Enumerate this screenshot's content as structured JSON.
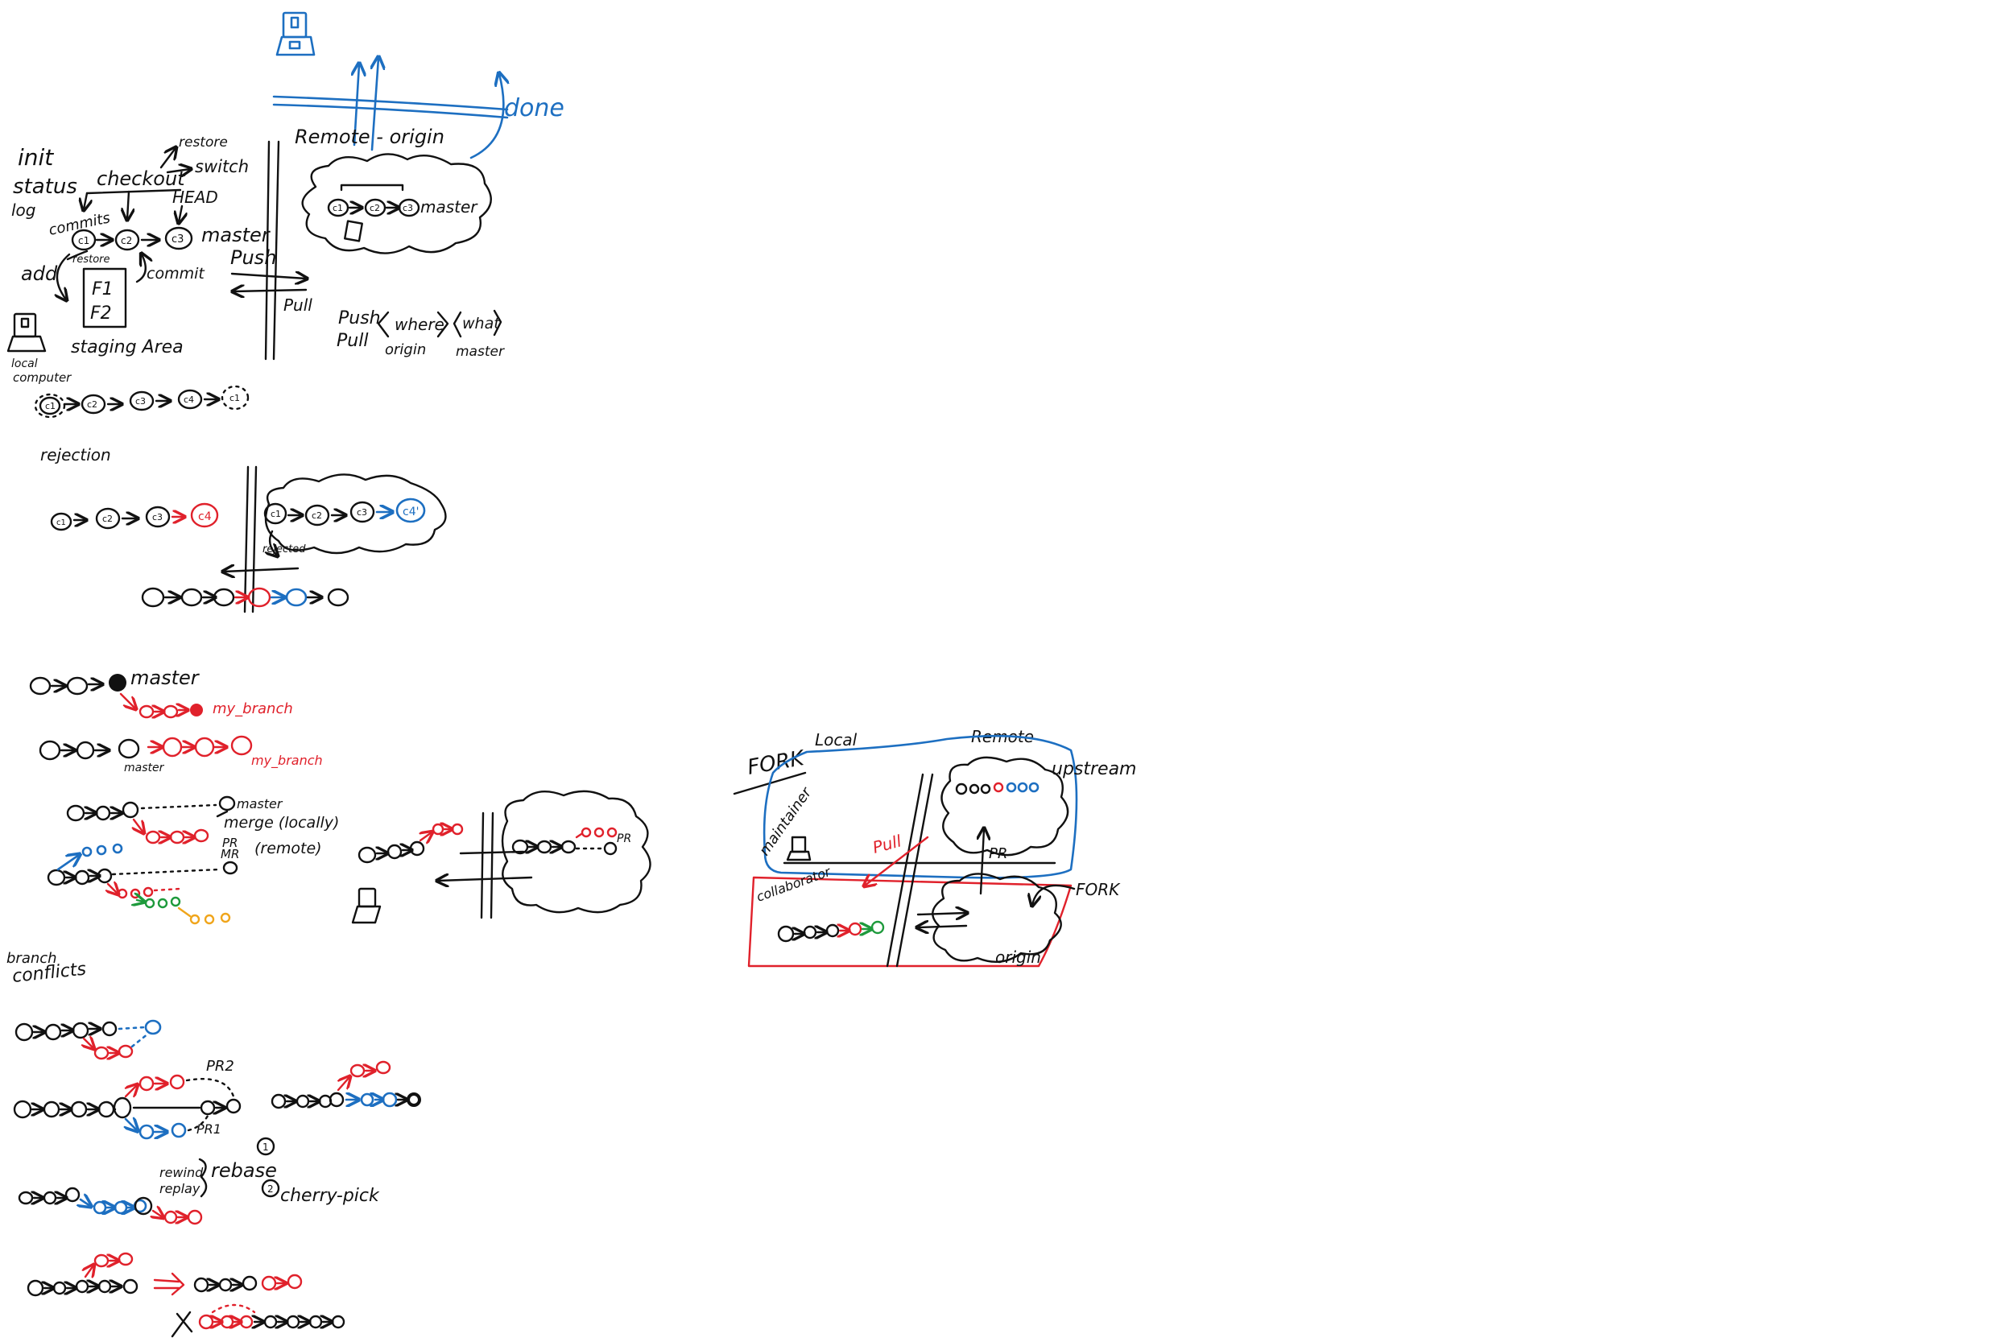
{
  "colors": {
    "ink": "#111111",
    "red": "#e0212b",
    "blue": "#1d6fc1",
    "green": "#1e9a3c",
    "orange": "#f0a51b"
  },
  "icons": [
    "laptop-icon"
  ],
  "section1": {
    "commands_left": [
      "init",
      "status",
      "log"
    ],
    "checkout": "checkout",
    "restore_top": "restore",
    "switch": "switch",
    "head": "HEAD",
    "commits_label": "commits",
    "commits": [
      "c1",
      "c2",
      "c3"
    ],
    "master": "master",
    "add": "add",
    "restore_small": "restore",
    "commit": "commit",
    "staging_files": [
      "F1",
      "F2"
    ],
    "staging_area": "staging Area",
    "local_computer": [
      "local",
      "computer"
    ],
    "push": "Push",
    "pull": "Pull",
    "remote_origin": "Remote - origin",
    "remote_commits": [
      "c1",
      "c2",
      "c3"
    ],
    "remote_master": "master",
    "done": "done",
    "syntax_verbs": [
      "Push",
      "Pull"
    ],
    "syntax_where": "where",
    "syntax_what": "what",
    "syntax_origin": "origin",
    "syntax_master": "master",
    "chain_commits": [
      "c1",
      "c2",
      "c3",
      "c4",
      "c1"
    ]
  },
  "section2": {
    "rejection": "rejection",
    "local_commits": [
      "c1",
      "c2",
      "c3",
      "c4"
    ],
    "remote_commits": [
      "c1",
      "c2",
      "c3",
      "c4'"
    ],
    "rejected": "rejected"
  },
  "section3": {
    "master1": "master",
    "my_branch1": "my_branch",
    "master2": "master",
    "my_branch2": "my_branch",
    "master3": "master",
    "merge_locally": "merge (locally)",
    "pr": "PR",
    "mr": "MR",
    "remote": "(remote)",
    "pr_cloud": "PR"
  },
  "section4": {
    "branch_conflicts": [
      "branch",
      "conflicts"
    ],
    "pr2": "PR2",
    "pr1": "PR1",
    "step1": "1",
    "step2": "2",
    "rewind": "rewind",
    "replay": "replay",
    "rebase": "rebase",
    "cherry_pick": "cherry-pick"
  },
  "section5": {
    "fork_title": "FORK",
    "local": "Local",
    "remote": "Remote",
    "upstream": "upstream",
    "maintainer": "maintainer",
    "pull": "Pull",
    "pr": "PR",
    "collaborator": "collaborator",
    "fork_right": "FORK",
    "origin": "origin"
  }
}
